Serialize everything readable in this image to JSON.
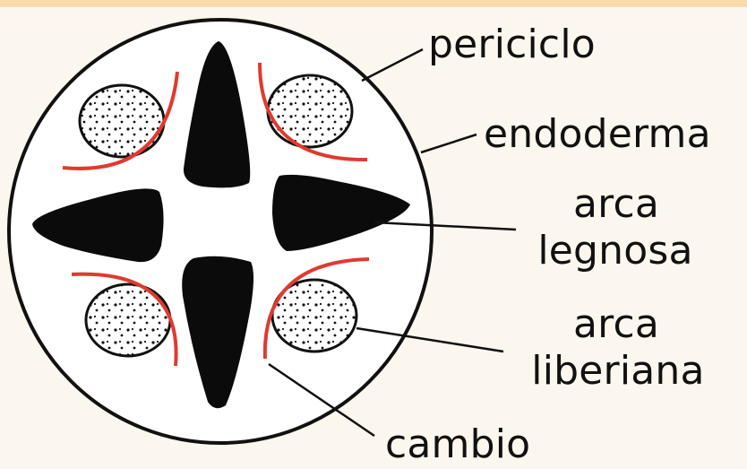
{
  "labels": {
    "periciclo": "periciclo",
    "endoderma": "endoderma",
    "arca_legnosa_line1": "arca",
    "arca_legnosa_line2": "legnosa",
    "arca_liberiana_line1": "arca",
    "arca_liberiana_line2": "liberiana",
    "cambio": "cambio"
  },
  "colors": {
    "background": "#fbf7ee",
    "outline": "#111111",
    "xylem": "#0b0b0b",
    "cambium": "#e03a2f",
    "phloem_fill": "#ffffff",
    "top_strip": "#f6d7a3"
  }
}
